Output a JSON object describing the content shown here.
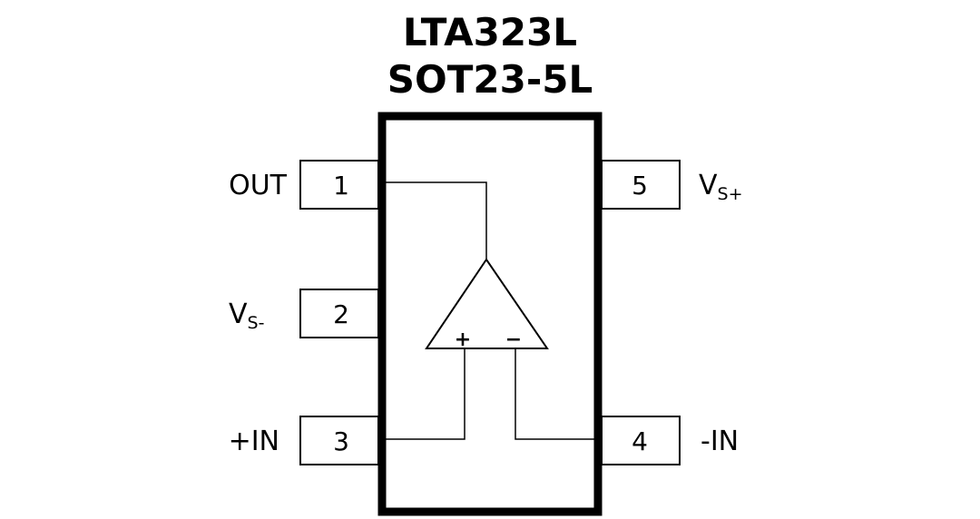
{
  "title": {
    "line1": "LTA323L",
    "line2": "SOT23-5L"
  },
  "pins": [
    {
      "number": "1",
      "label": "OUT",
      "sub": ""
    },
    {
      "number": "2",
      "label": "V",
      "sub": "S-"
    },
    {
      "number": "3",
      "label": "+IN",
      "sub": ""
    },
    {
      "number": "4",
      "label": "-IN",
      "sub": ""
    },
    {
      "number": "5",
      "label": "V",
      "sub": "S+"
    }
  ],
  "opamp": {
    "plus_sign": "+",
    "minus_sign": "−"
  }
}
